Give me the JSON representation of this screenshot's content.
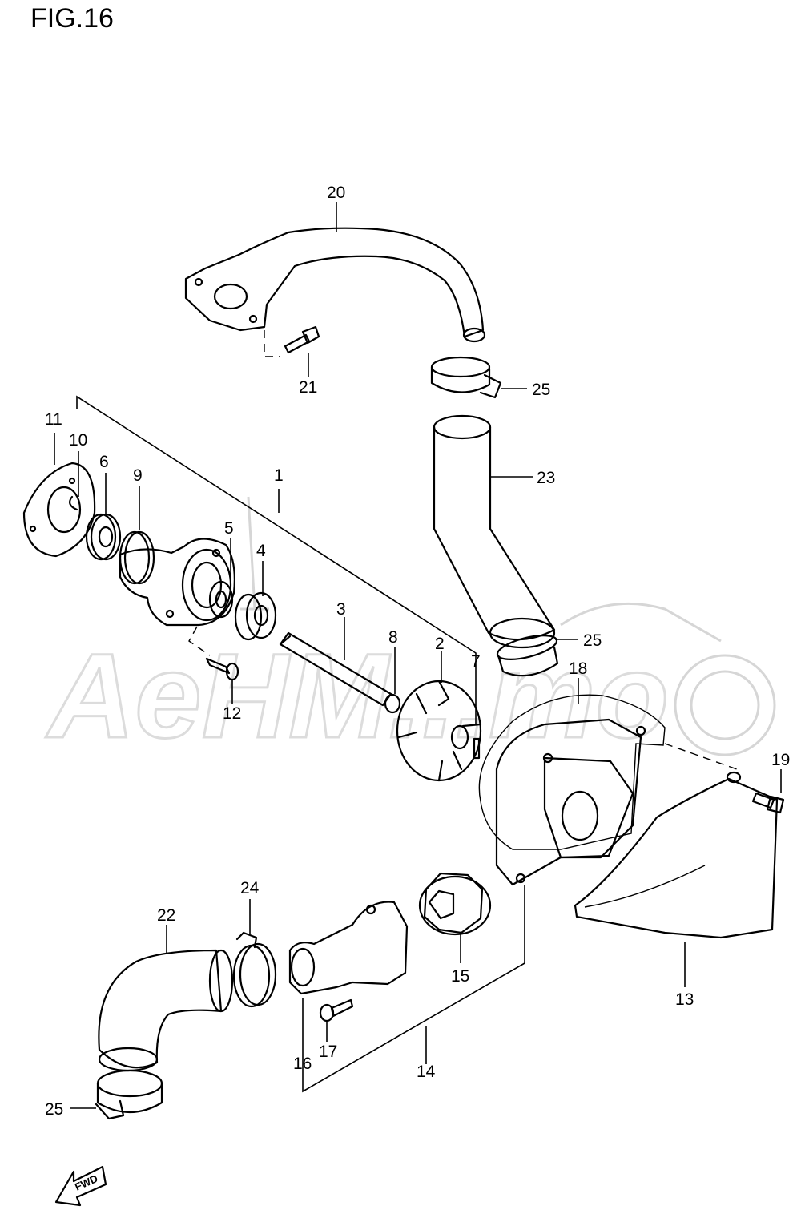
{
  "figure": {
    "title": "FIG.16"
  },
  "watermark": {
    "text": "AeHM...mo"
  },
  "callouts": {
    "c1": "1",
    "c2": "2",
    "c3": "3",
    "c4": "4",
    "c5": "5",
    "c6": "6",
    "c7": "7",
    "c8": "8",
    "c9": "9",
    "c10": "10",
    "c11": "11",
    "c12": "12",
    "c13": "13",
    "c14": "14",
    "c15": "15",
    "c16": "16",
    "c17": "17",
    "c18": "18",
    "c19": "19",
    "c20": "20",
    "c21": "21",
    "c22": "22",
    "c23": "23",
    "c24": "24",
    "c25a": "25",
    "c25b": "25",
    "c25c": "25"
  },
  "fwd_marker": {
    "label": "FWD"
  }
}
